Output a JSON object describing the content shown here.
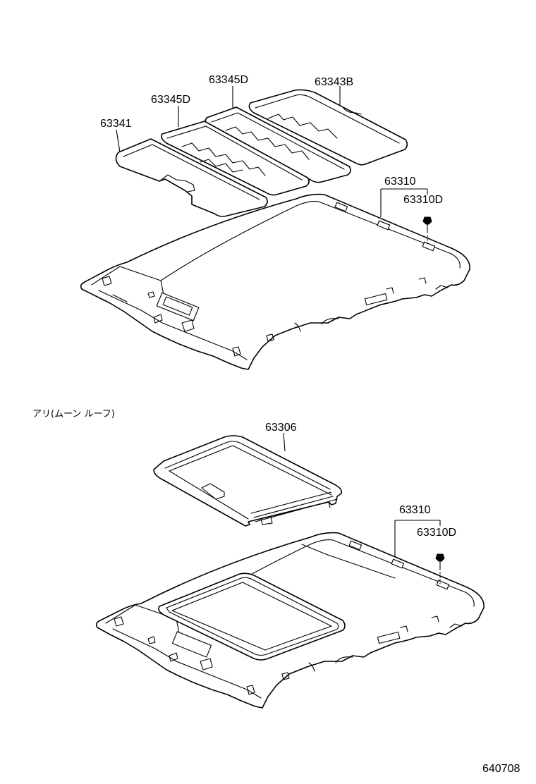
{
  "diagram": {
    "top_group": {
      "labels": {
        "pad_rear": "63343B",
        "pad_mid_rear": "63345D",
        "pad_mid_front": "63345D",
        "pad_front": "63341",
        "headliner": "63310",
        "clip": "63310D"
      }
    },
    "variant_note": "アリ(ムーン ルーフ)",
    "bottom_group": {
      "labels": {
        "sunshade": "63306",
        "headliner": "63310",
        "clip": "63310D"
      }
    },
    "figure_code": "640708"
  }
}
